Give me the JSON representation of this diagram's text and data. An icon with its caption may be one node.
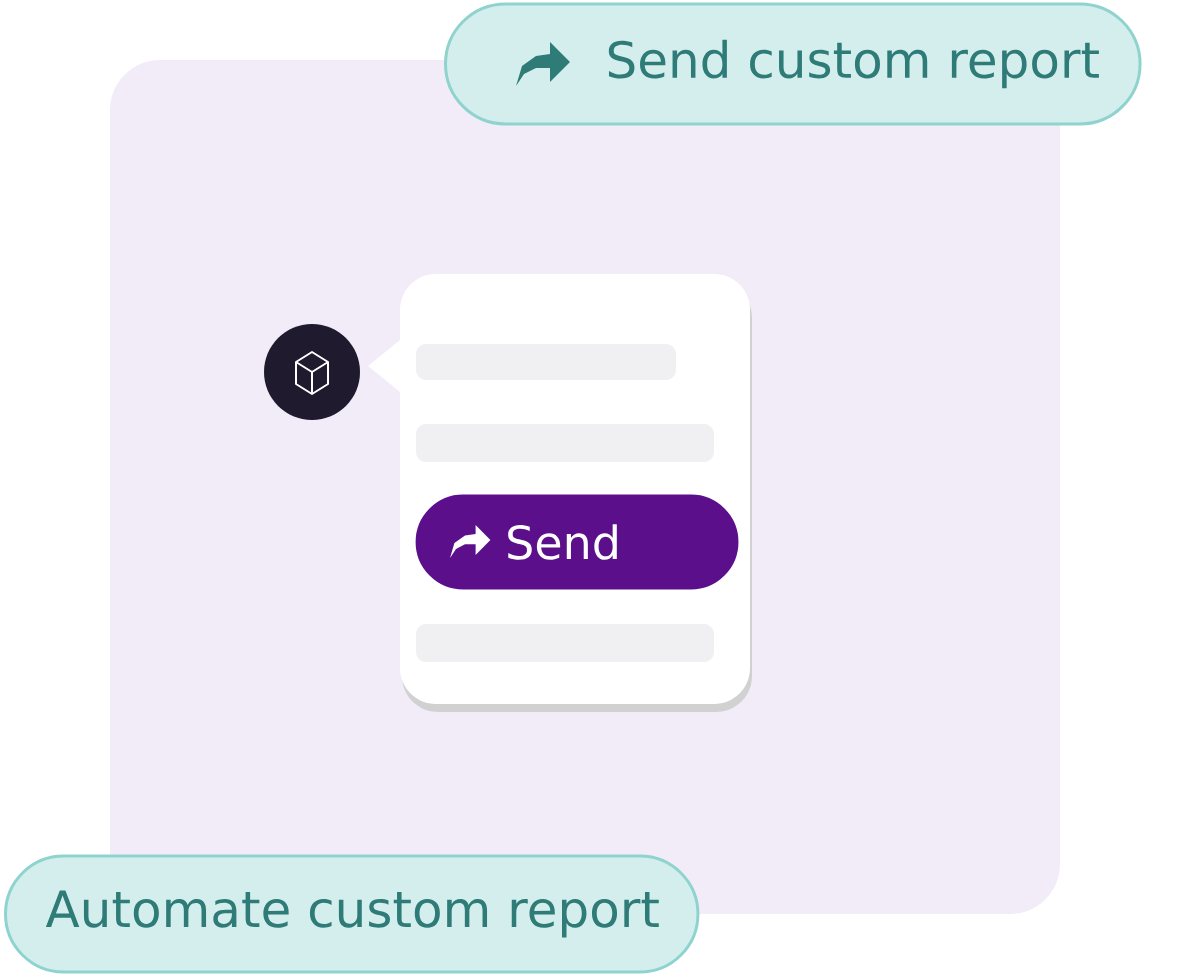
{
  "diagram": {
    "nodes": [
      {
        "text": [
          "Send custom report"
        ]
      },
      {
        "text": [],
        "shape": "box"
      },
      {
        "text": [
          "Send"
        ],
        "in": 1
      },
      {
        "text": [
          "Automate custom report"
        ]
      }
    ]
  }
}
